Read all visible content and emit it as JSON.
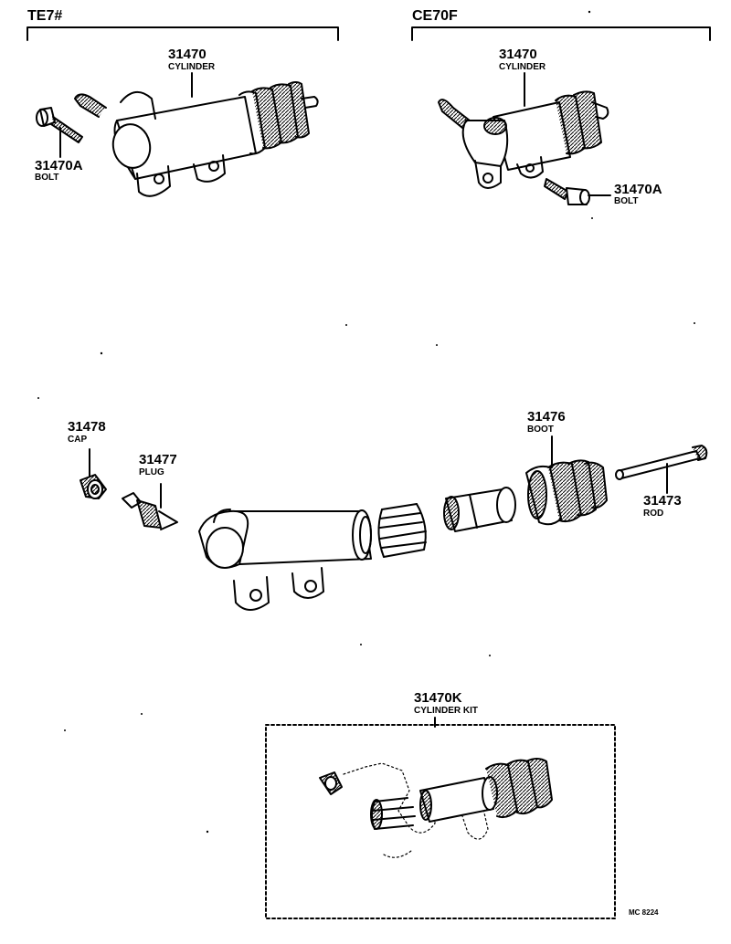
{
  "headers": {
    "left": "TE7#",
    "right": "CE70F"
  },
  "parts": {
    "cyl_te7": {
      "number": "31470",
      "name": "CYLINDER"
    },
    "bolt_te7": {
      "number": "31470A",
      "name": "BOLT"
    },
    "cyl_ce70f": {
      "number": "31470",
      "name": "CYLINDER"
    },
    "bolt_ce70f": {
      "number": "31470A",
      "name": "BOLT"
    },
    "cap": {
      "number": "31478",
      "name": "CAP"
    },
    "plug": {
      "number": "31477",
      "name": "PLUG"
    },
    "boot": {
      "number": "31476",
      "name": "BOOT"
    },
    "rod": {
      "number": "31473",
      "name": "ROD"
    },
    "kit": {
      "number": "31470K",
      "name": "CYLINDER KIT"
    }
  },
  "diagram_code": "MC 8224"
}
